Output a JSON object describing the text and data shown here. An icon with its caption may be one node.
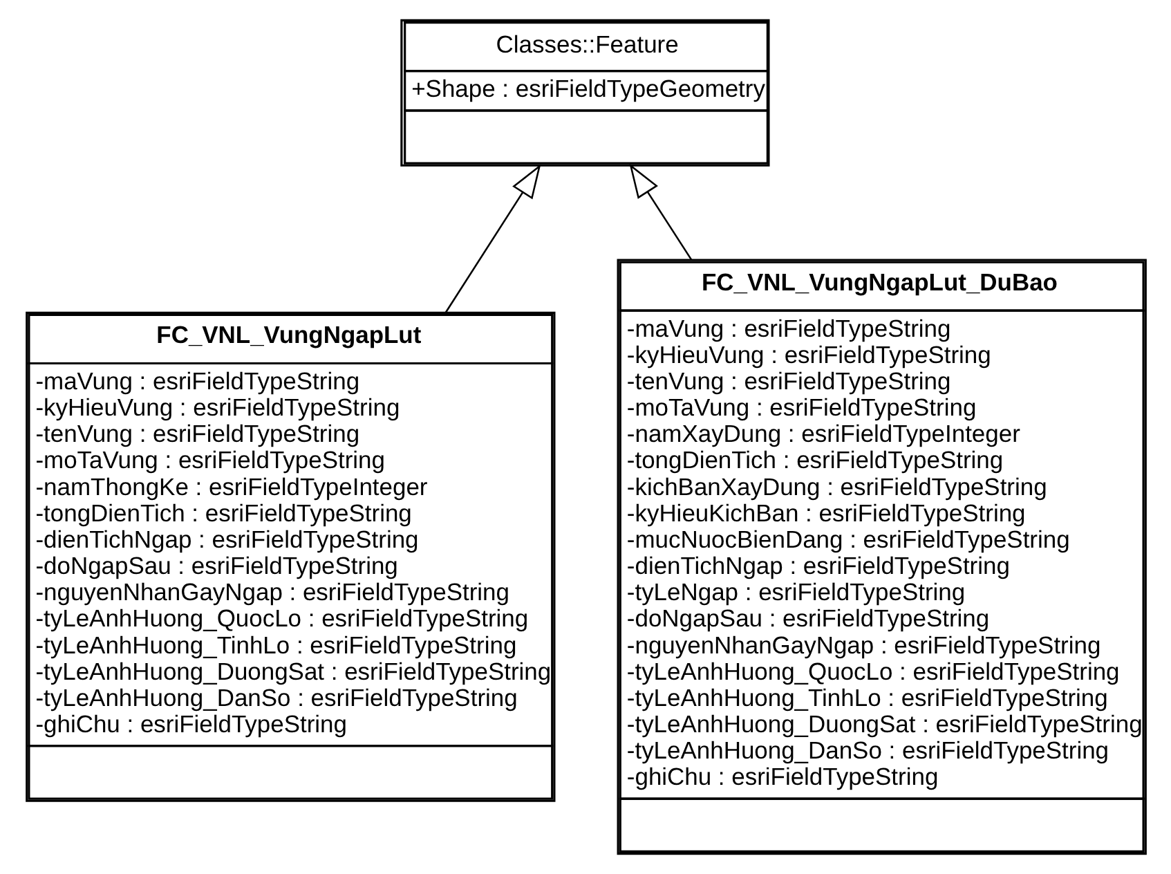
{
  "diagram": {
    "nodes": [
      {
        "text": [
          "Classes::Feature",
          "+Shape : esriFieldTypeGeometry"
        ]
      },
      {
        "text": [
          "FC_VNL_VungNgapLut",
          "-maVung : esriFieldTypeString",
          "-kyHieuVung : esriFieldTypeString",
          "-tenVung : esriFieldTypeString",
          "-moTaVung : esriFieldTypeString",
          "-namThongKe : esriFieldTypeInteger",
          "-tongDienTich : esriFieldTypeString",
          "-dienTichNgap : esriFieldTypeString",
          "-doNgapSau : esriFieldTypeString",
          "-nguyenNhanGayNgap : esriFieldTypeString",
          "-tyLeAnhHuong_QuocLo : esriFieldTypeString",
          "-tyLeAnhHuong_TinhLo : esriFieldTypeString",
          "-tyLeAnhHuong_DuongSat : esriFieldTypeString",
          "-tyLeAnhHuong_DanSo : esriFieldTypeString",
          "-ghiChu : esriFieldTypeString"
        ]
      },
      {
        "text": [
          "FC_VNL_VungNgapLut_DuBao",
          "-maVung : esriFieldTypeString",
          "-kyHieuVung : esriFieldTypeString",
          "-tenVung : esriFieldTypeString",
          "-moTaVung : esriFieldTypeString",
          "-namXayDung : esriFieldTypeInteger",
          "-tongDienTich : esriFieldTypeString",
          "-kichBanXayDung : esriFieldTypeString",
          "-kyHieuKichBan : esriFieldTypeString",
          "-mucNuocBienDang : esriFieldTypeString",
          "-dienTichNgap : esriFieldTypeString",
          "-tyLeNgap : esriFieldTypeString",
          "-doNgapSau : esriFieldTypeString",
          "-nguyenNhanGayNgap : esriFieldTypeString",
          "-tyLeAnhHuong_QuocLo : esriFieldTypeString",
          "-tyLeAnhHuong_TinhLo : esriFieldTypeString",
          "-tyLeAnhHuong_DuongSat : esriFieldTypeString",
          "-tyLeAnhHuong_DanSo : esriFieldTypeString",
          "-ghiChu : esriFieldTypeString"
        ]
      }
    ],
    "edges": [
      {
        "from": 1,
        "to": 0,
        "arrow": "to"
      },
      {
        "from": 2,
        "to": 0,
        "arrow": "to"
      }
    ]
  }
}
